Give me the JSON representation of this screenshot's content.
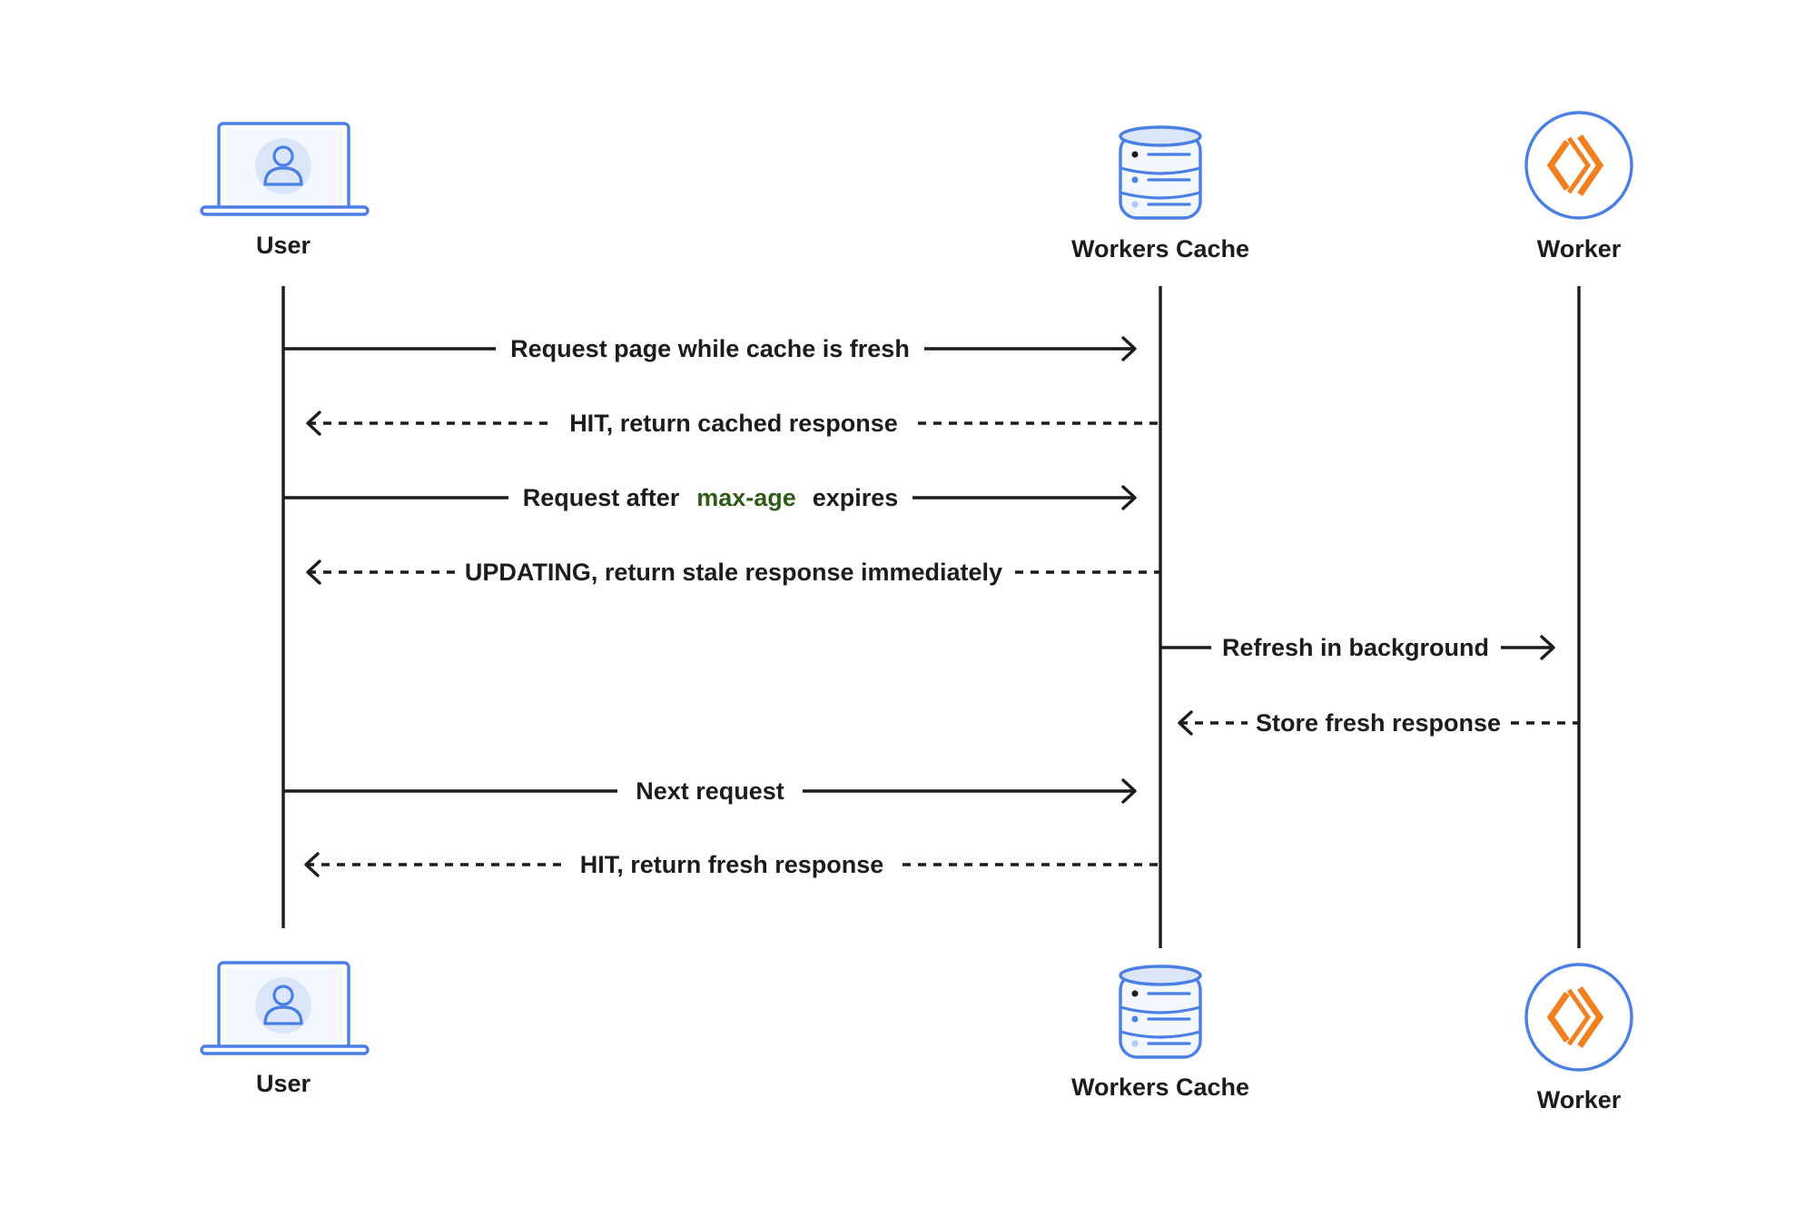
{
  "actors": {
    "user": {
      "label": "User",
      "icon": "laptop-user-icon"
    },
    "cache": {
      "label": "Workers Cache",
      "icon": "database-icon"
    },
    "worker": {
      "label": "Worker",
      "icon": "worker-code-icon"
    }
  },
  "messages": [
    {
      "parts": [
        {
          "text": "Request page while cache is fresh"
        }
      ]
    },
    {
      "parts": [
        {
          "text": "HIT, return cached response"
        }
      ]
    },
    {
      "parts": [
        {
          "text": "Request after"
        },
        {
          "text": "max-age",
          "code": true
        },
        {
          "text": "expires"
        }
      ]
    },
    {
      "parts": [
        {
          "text": "UPDATING, return stale response immediately"
        }
      ]
    },
    {
      "parts": [
        {
          "text": "Refresh in background"
        }
      ]
    },
    {
      "parts": [
        {
          "text": "Store fresh response"
        }
      ]
    },
    {
      "parts": [
        {
          "text": "Next request"
        }
      ]
    },
    {
      "parts": [
        {
          "text": "HIT, return fresh response"
        }
      ]
    }
  ],
  "colors": {
    "line": "#1c1c1c",
    "icon_blue": "#4a7fe6",
    "icon_fill": "#e3ecfb",
    "worker_orange": "#f38020",
    "code_green": "#2f5c17"
  }
}
